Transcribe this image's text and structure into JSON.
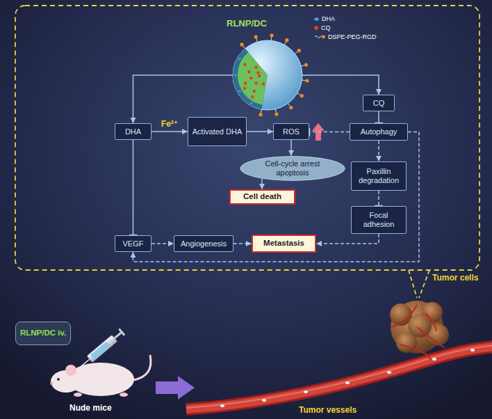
{
  "diagram": {
    "nodes": [
      {
        "text": [
          "RLNP/DC"
        ]
      },
      {
        "text": [
          "CQ"
        ]
      },
      {
        "text": [
          "DHA"
        ]
      },
      {
        "text": [
          "Activated DHA"
        ]
      },
      {
        "text": [
          "ROS"
        ]
      },
      {
        "text": [
          "Autophagy"
        ]
      },
      {
        "text": [
          "Cell-cycle arrest apoptosis"
        ]
      },
      {
        "text": [
          "Cell death"
        ]
      },
      {
        "text": [
          "Paxillin degradation"
        ]
      },
      {
        "text": [
          "Focal adhesion"
        ]
      },
      {
        "text": [
          "VEGF"
        ]
      },
      {
        "text": [
          "Angiogenesis"
        ]
      },
      {
        "text": [
          "Metastasis"
        ]
      },
      {
        "text": [
          "RLNP/DC iv."
        ]
      }
    ],
    "edges": [
      {
        "from": 0,
        "to": 2,
        "arrow": "to"
      },
      {
        "from": 0,
        "to": 1,
        "arrow": "to"
      },
      {
        "from": 1,
        "to": 5,
        "arrow": "to"
      },
      {
        "from": 2,
        "to": 3,
        "label": "Fe²⁺",
        "arrow": "to"
      },
      {
        "from": 3,
        "to": 4,
        "arrow": "to"
      },
      {
        "from": 5,
        "to": 4,
        "arrow": "to"
      },
      {
        "from": 4,
        "to": 6,
        "arrow": "to"
      },
      {
        "from": 6,
        "to": 7,
        "arrow": "to"
      },
      {
        "from": 2,
        "to": 10,
        "arrow": "to"
      },
      {
        "from": 5,
        "to": 8,
        "arrow": "to"
      },
      {
        "from": 8,
        "to": 9,
        "arrow": "to"
      },
      {
        "from": 9,
        "to": 12,
        "arrow": "to"
      },
      {
        "from": 10,
        "to": 11,
        "arrow": "to"
      },
      {
        "from": 11,
        "to": 12,
        "arrow": "to"
      },
      {
        "from": 5,
        "to": 10,
        "arrow": "to"
      }
    ],
    "labels": [
      "Tumor cells",
      "Nude mice",
      "Tumor vessels"
    ],
    "legend": [
      {
        "text": "DHA",
        "color": "#4f8fd6"
      },
      {
        "text": "CQ",
        "color": "#e2401c"
      },
      {
        "text": "DSPE-PEG-RGD"
      }
    ]
  }
}
